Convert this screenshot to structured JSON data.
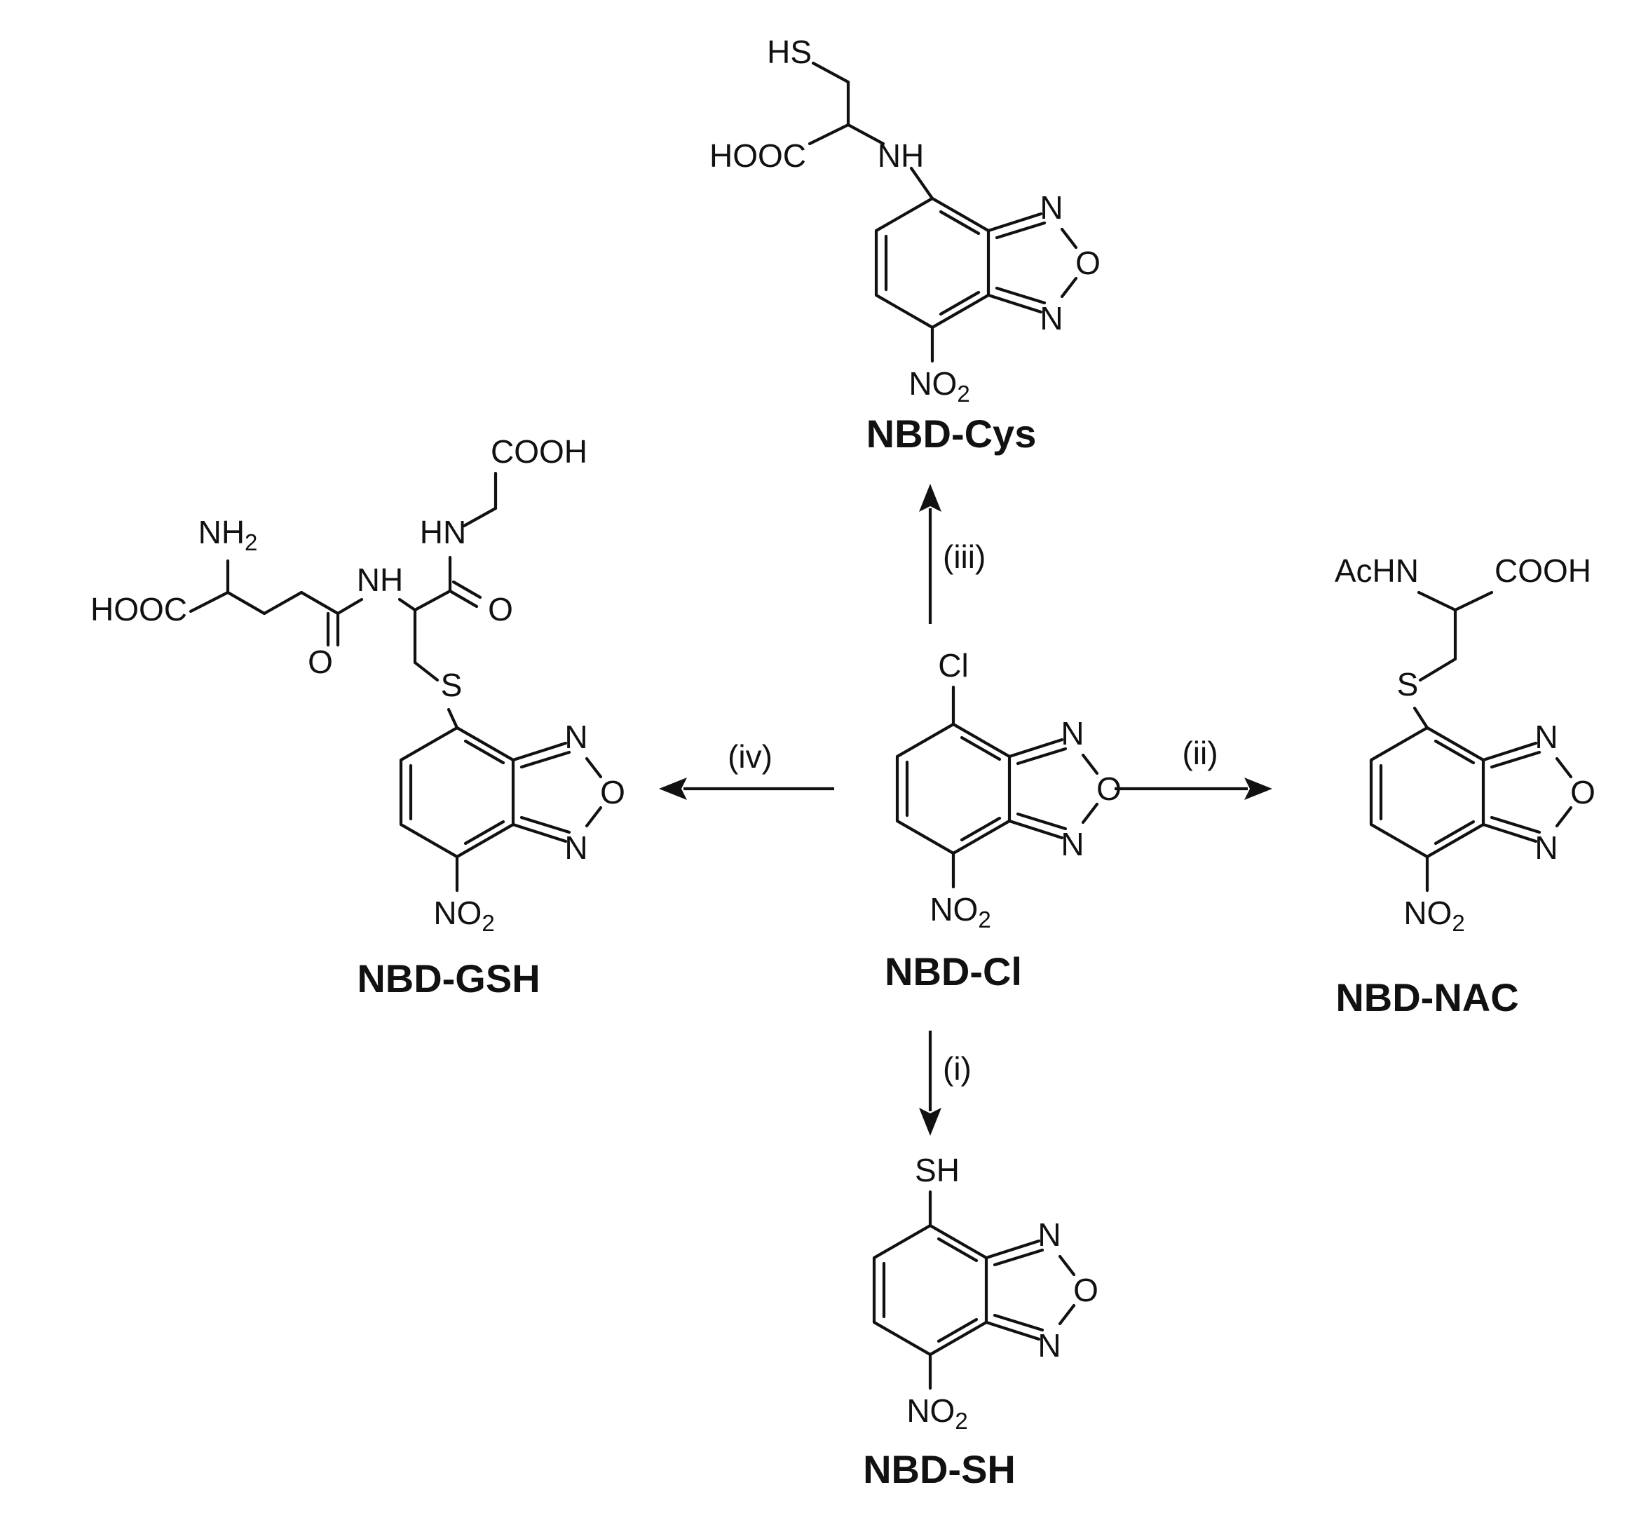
{
  "compounds": {
    "cl": {
      "name": "NBD-Cl",
      "substituent": "Cl",
      "ring": {
        "n1": "N",
        "o": "O",
        "n2": "N"
      },
      "nitro": {
        "main": "NO",
        "sub": "2"
      }
    },
    "cys": {
      "name": "NBD-Cys",
      "hs": "HS",
      "hooc": "HOOC",
      "nh": "NH",
      "ring": {
        "n1": "N",
        "o": "O",
        "n2": "N"
      },
      "nitro": {
        "main": "NO",
        "sub": "2"
      }
    },
    "nac": {
      "name": "NBD-NAC",
      "achn": "AcHN",
      "cooh": "COOH",
      "s": "S",
      "ring": {
        "n1": "N",
        "o": "O",
        "n2": "N"
      },
      "nitro": {
        "main": "NO",
        "sub": "2"
      }
    },
    "gsh": {
      "name": "NBD-GSH",
      "cooh": "COOH",
      "hn": "HN",
      "nh2": {
        "main": "NH",
        "sub": "2"
      },
      "hooc": "HOOC",
      "nh": "NH",
      "o1": "O",
      "o2": "O",
      "s": "S",
      "ring": {
        "n1": "N",
        "o": "O",
        "n2": "N"
      },
      "nitro": {
        "main": "NO",
        "sub": "2"
      }
    },
    "sh": {
      "name": "NBD-SH",
      "substituent": "SH",
      "ring": {
        "n1": "N",
        "o": "O",
        "n2": "N"
      },
      "nitro": {
        "main": "NO",
        "sub": "2"
      }
    }
  },
  "reactions": {
    "i": "(i)",
    "ii": "(ii)",
    "iii": "(iii)",
    "iv": "(iv)"
  }
}
